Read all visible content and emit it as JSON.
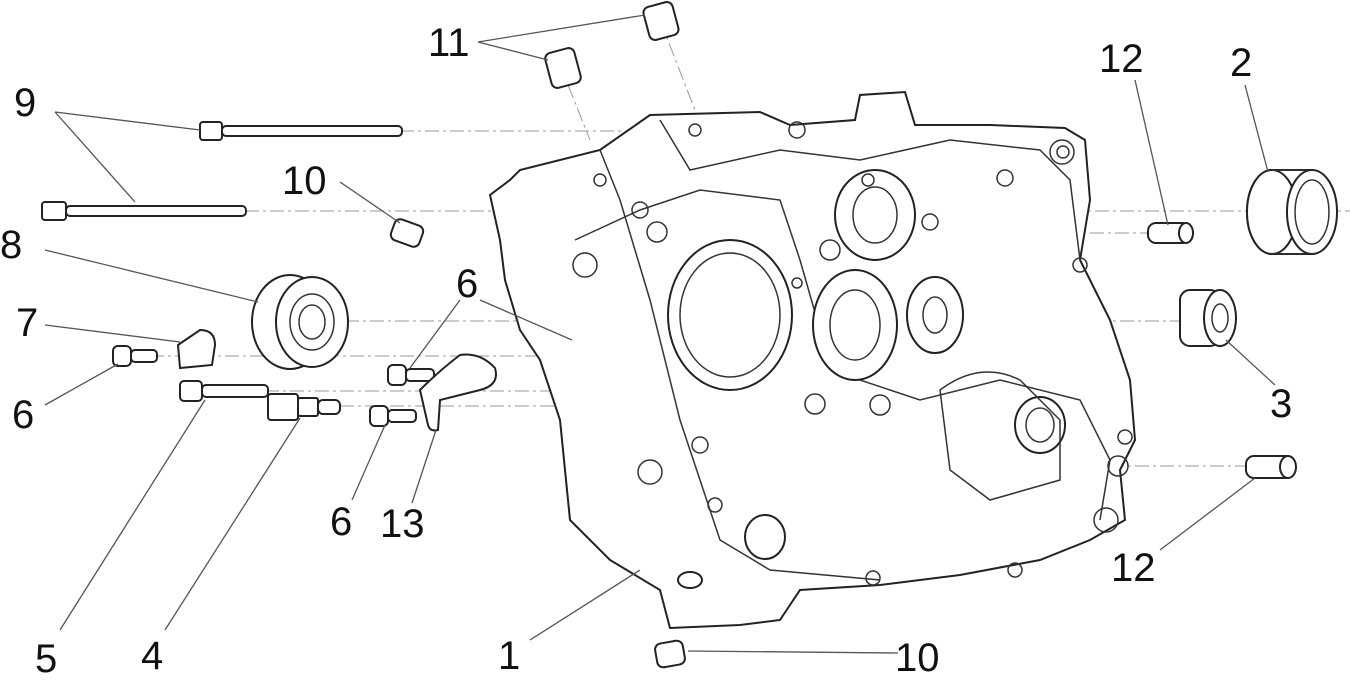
{
  "diagram": {
    "type": "exploded-parts-view",
    "callouts": [
      {
        "id": "c11",
        "text": "11"
      },
      {
        "id": "c12a",
        "text": "12"
      },
      {
        "id": "c2",
        "text": "2"
      },
      {
        "id": "c9",
        "text": "9"
      },
      {
        "id": "c10a",
        "text": "10"
      },
      {
        "id": "c8",
        "text": "8"
      },
      {
        "id": "c6a",
        "text": "6"
      },
      {
        "id": "c7",
        "text": "7"
      },
      {
        "id": "c6b",
        "text": "6"
      },
      {
        "id": "c3",
        "text": "3"
      },
      {
        "id": "c6c",
        "text": "6"
      },
      {
        "id": "c13",
        "text": "13"
      },
      {
        "id": "c12b",
        "text": "12"
      },
      {
        "id": "c5",
        "text": "5"
      },
      {
        "id": "c4",
        "text": "4"
      },
      {
        "id": "c1",
        "text": "1"
      },
      {
        "id": "c10b",
        "text": "10"
      }
    ]
  }
}
